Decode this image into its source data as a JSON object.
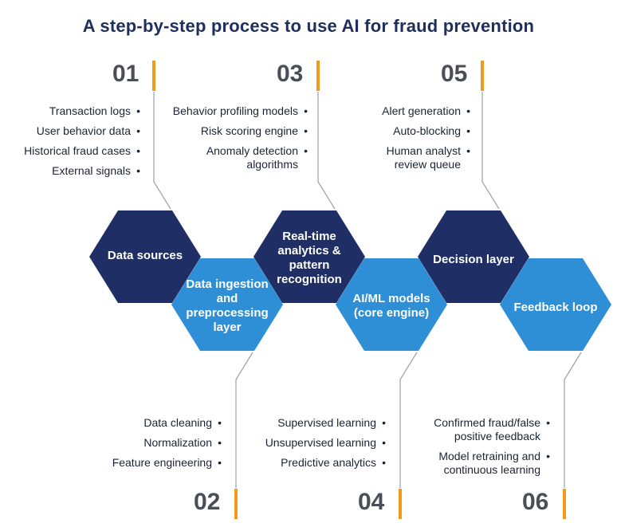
{
  "title": "A step-by-step process to use AI for fraud prevention",
  "colors": {
    "dark_hex": "#1f2f66",
    "light_hex": "#2f8fd6",
    "accent": "#f29a1b",
    "connector": "#9aa0a8"
  },
  "steps": [
    {
      "num": "01",
      "label": "Data sources",
      "items": [
        "Transaction logs",
        "User behavior data",
        "Historical fraud cases",
        "External signals"
      ]
    },
    {
      "num": "02",
      "label": "Data ingestion and preprocessing layer",
      "items": [
        "Data cleaning",
        "Normalization",
        "Feature engineering"
      ]
    },
    {
      "num": "03",
      "label": "Real-time analytics & pattern recognition",
      "items": [
        "Behavior profiling models",
        "Risk scoring engine",
        "Anomaly detection algorithms"
      ]
    },
    {
      "num": "04",
      "label": "AI/ML models (core engine)",
      "items": [
        "Supervised learning",
        "Unsupervised learning",
        "Predictive analytics"
      ]
    },
    {
      "num": "05",
      "label": "Decision layer",
      "items": [
        "Alert generation",
        "Auto-blocking",
        "Human analyst review queue"
      ]
    },
    {
      "num": "06",
      "label": "Feedback loop",
      "items": [
        "Confirmed fraud/false positive feedback",
        "Model retraining and continuous learning"
      ]
    }
  ]
}
